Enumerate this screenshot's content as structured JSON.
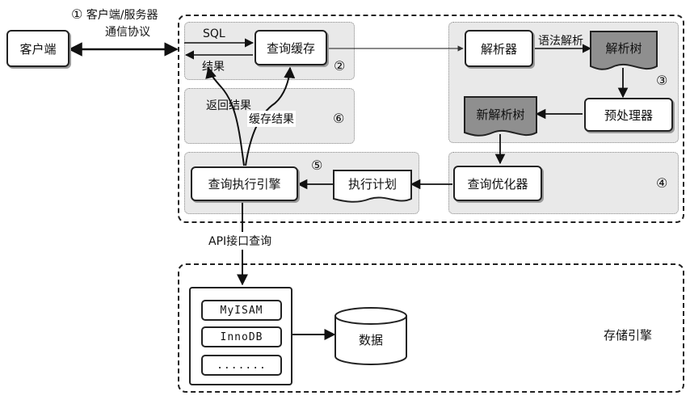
{
  "client": {
    "label": "客户端"
  },
  "protocol": {
    "num": "①",
    "line1": "客户端/服务器",
    "line2": "通信协议"
  },
  "server": {
    "sql_label": "SQL",
    "result_label": "结果",
    "query_cache": "查询缓存",
    "num2": "②",
    "return_result": "返回结果",
    "cache_result": "缓存结果",
    "num6": "⑥",
    "parser": "解析器",
    "syntax_parse": "语法解析",
    "parse_tree": "解析树",
    "num3": "③",
    "preprocessor": "预处理器",
    "new_parse_tree": "新解析树",
    "optimizer": "查询优化器",
    "num4": "④",
    "exec_plan": "执行计划",
    "num5": "⑤",
    "exec_engine": "查询执行引擎"
  },
  "api_label": "API接口查询",
  "storage": {
    "engines": [
      "MyISAM",
      "InnoDB",
      "......."
    ],
    "data": "数据",
    "label": "存储引擎"
  }
}
